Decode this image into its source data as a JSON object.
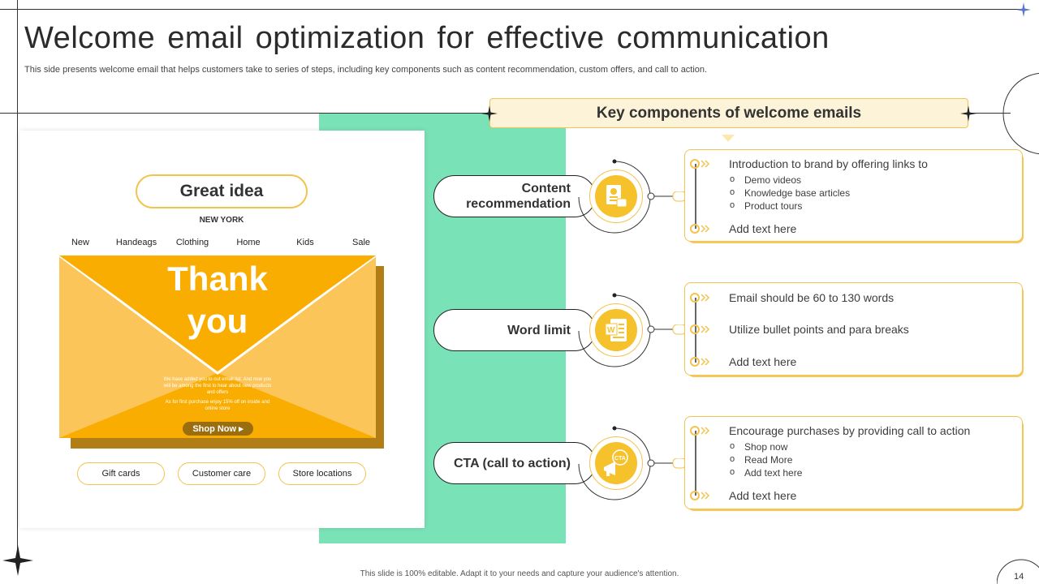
{
  "slide": {
    "title": "Welcome email optimization for effective communication",
    "subtitle": "This side presents welcome email that helps customers take to series of steps, including key components such as content recommendation, custom offers, and call to action.",
    "footer": "This slide is 100% editable.  Adapt it to your needs and capture your audience's attention.",
    "page_number": "14"
  },
  "email_mock": {
    "headline": "Great idea",
    "city": "NEW YORK",
    "nav": [
      "New",
      "Handeags",
      "Clothing",
      "Home",
      "Kids",
      "Sale"
    ],
    "envelope_title_line1": "Thank",
    "envelope_title_line2": "you",
    "envelope_text_1": "We have added you to out email list. And now you will be among the first to hear about new products and offers",
    "envelope_text_2": "As for first purchase enjoy 15% off on inside and online store",
    "shop_button": "Shop Now ▸",
    "footer_links": [
      "Gift cards",
      "Customer care",
      "Store locations"
    ]
  },
  "key_components": {
    "heading": "Key components of welcome emails",
    "rows": [
      {
        "label_line1": "Content",
        "label_line2": "recommendation",
        "icon": "recommendation-icon",
        "intro": "Introduction to brand by offering links to",
        "subitems": [
          "Demo videos",
          "Knowledge base articles",
          "Product tours"
        ],
        "add_text": "Add text here"
      },
      {
        "label_line1": "Word limit",
        "label_line2": "",
        "icon": "word-document-icon",
        "lines": [
          "Email should be 60 to 130 words",
          "Utilize bullet points and para breaks"
        ],
        "add_text": "Add text here"
      },
      {
        "label_line1": "CTA (call to action)",
        "label_line2": "",
        "icon": "cta-megaphone-icon",
        "icon_text": "CTA",
        "intro": "Encourage purchases by providing call to action",
        "subitems": [
          "Shop now",
          "Read More",
          "Add text here"
        ],
        "add_text": "Add text here"
      }
    ]
  },
  "colors": {
    "accent_yellow": "#f6c22c",
    "envelope_orange": "#f9ad00",
    "teal": "#7ae2b7",
    "banner_bg": "#fdf3d8"
  }
}
